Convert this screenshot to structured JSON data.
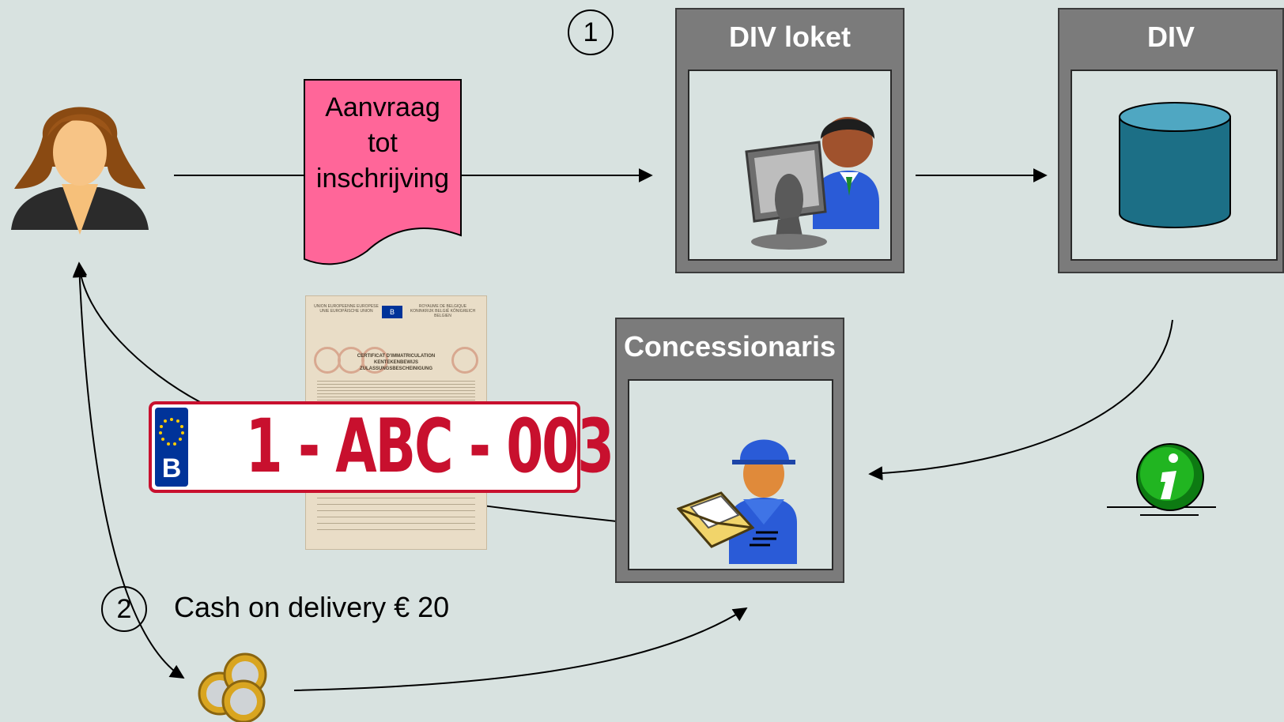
{
  "step_markers": {
    "one": "1",
    "two": "2"
  },
  "document": {
    "line1": "Aanvraag",
    "line2": "tot",
    "line3": "inschrijving"
  },
  "div_loket": {
    "title": "DIV loket"
  },
  "div": {
    "title": "DIV"
  },
  "concessionaris": {
    "title": "Concessionaris"
  },
  "license_plate": {
    "country": "B",
    "text": "1 - ABC - 003"
  },
  "certificate": {
    "header_left": "UNION EUROPEENNE EUROPESE UNIE EUROPÄISCHE UNION",
    "header_right": "ROYAUME DE BELGIQUE KONINKRIJK BELGIË KÖNIGREICH BELGIEN",
    "title": "CERTIFICAT D'IMMATRICULATION KENTEKENBEWIJS ZULASSUNGSBESCHEINIGUNG"
  },
  "payment": {
    "label": "Cash on delivery € 20"
  },
  "colors": {
    "background": "#d8e2e0",
    "document_fill": "#ff6699",
    "box_frame": "#7b7b7b",
    "database": "#2a8fa8",
    "plate_red": "#c8102e",
    "plate_blue": "#003399",
    "info_green": "#1aa31a"
  },
  "icons": {
    "person": "woman-user-icon",
    "loket_agent": "computer-operator-icon",
    "database": "database-cylinder-icon",
    "dealer": "delivery-man-envelope-icon",
    "info": "info-icon",
    "coins": "euro-coins-icon"
  }
}
